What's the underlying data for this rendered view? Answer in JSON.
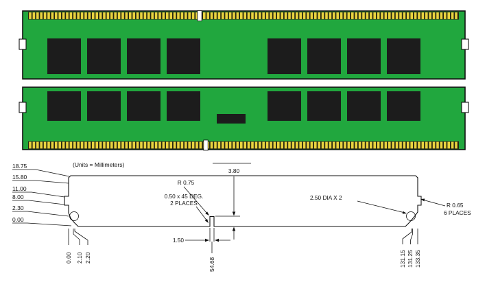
{
  "units_note": "(Units = Millimeters)",
  "dims": {
    "left": [
      "18.75",
      "15.80",
      "11.00",
      "8.00",
      "2.30",
      "0.00"
    ],
    "bottom_left": [
      "0.00",
      "2.10",
      "2.20"
    ],
    "bottom_center": "54.68",
    "bottom_right": [
      "131.15",
      "131.25",
      "133.35"
    ],
    "notch_width": "1.50",
    "notch_height": "3.80",
    "notch_radius": "R 0.75",
    "chamfer_line1": "0.50 x 45 DEG.",
    "chamfer_line2": "2 PLACES",
    "hole": "2.50 DIA X 2",
    "corner_radius_line1": "R 0.65",
    "corner_radius_line2": "6 PLACES"
  },
  "colors": {
    "pcb_green": "#21A73E",
    "pin_gold": "#E8D33F",
    "pin_dark": "#262612",
    "chip_black": "#1C1C1C",
    "line_black": "#111111"
  }
}
